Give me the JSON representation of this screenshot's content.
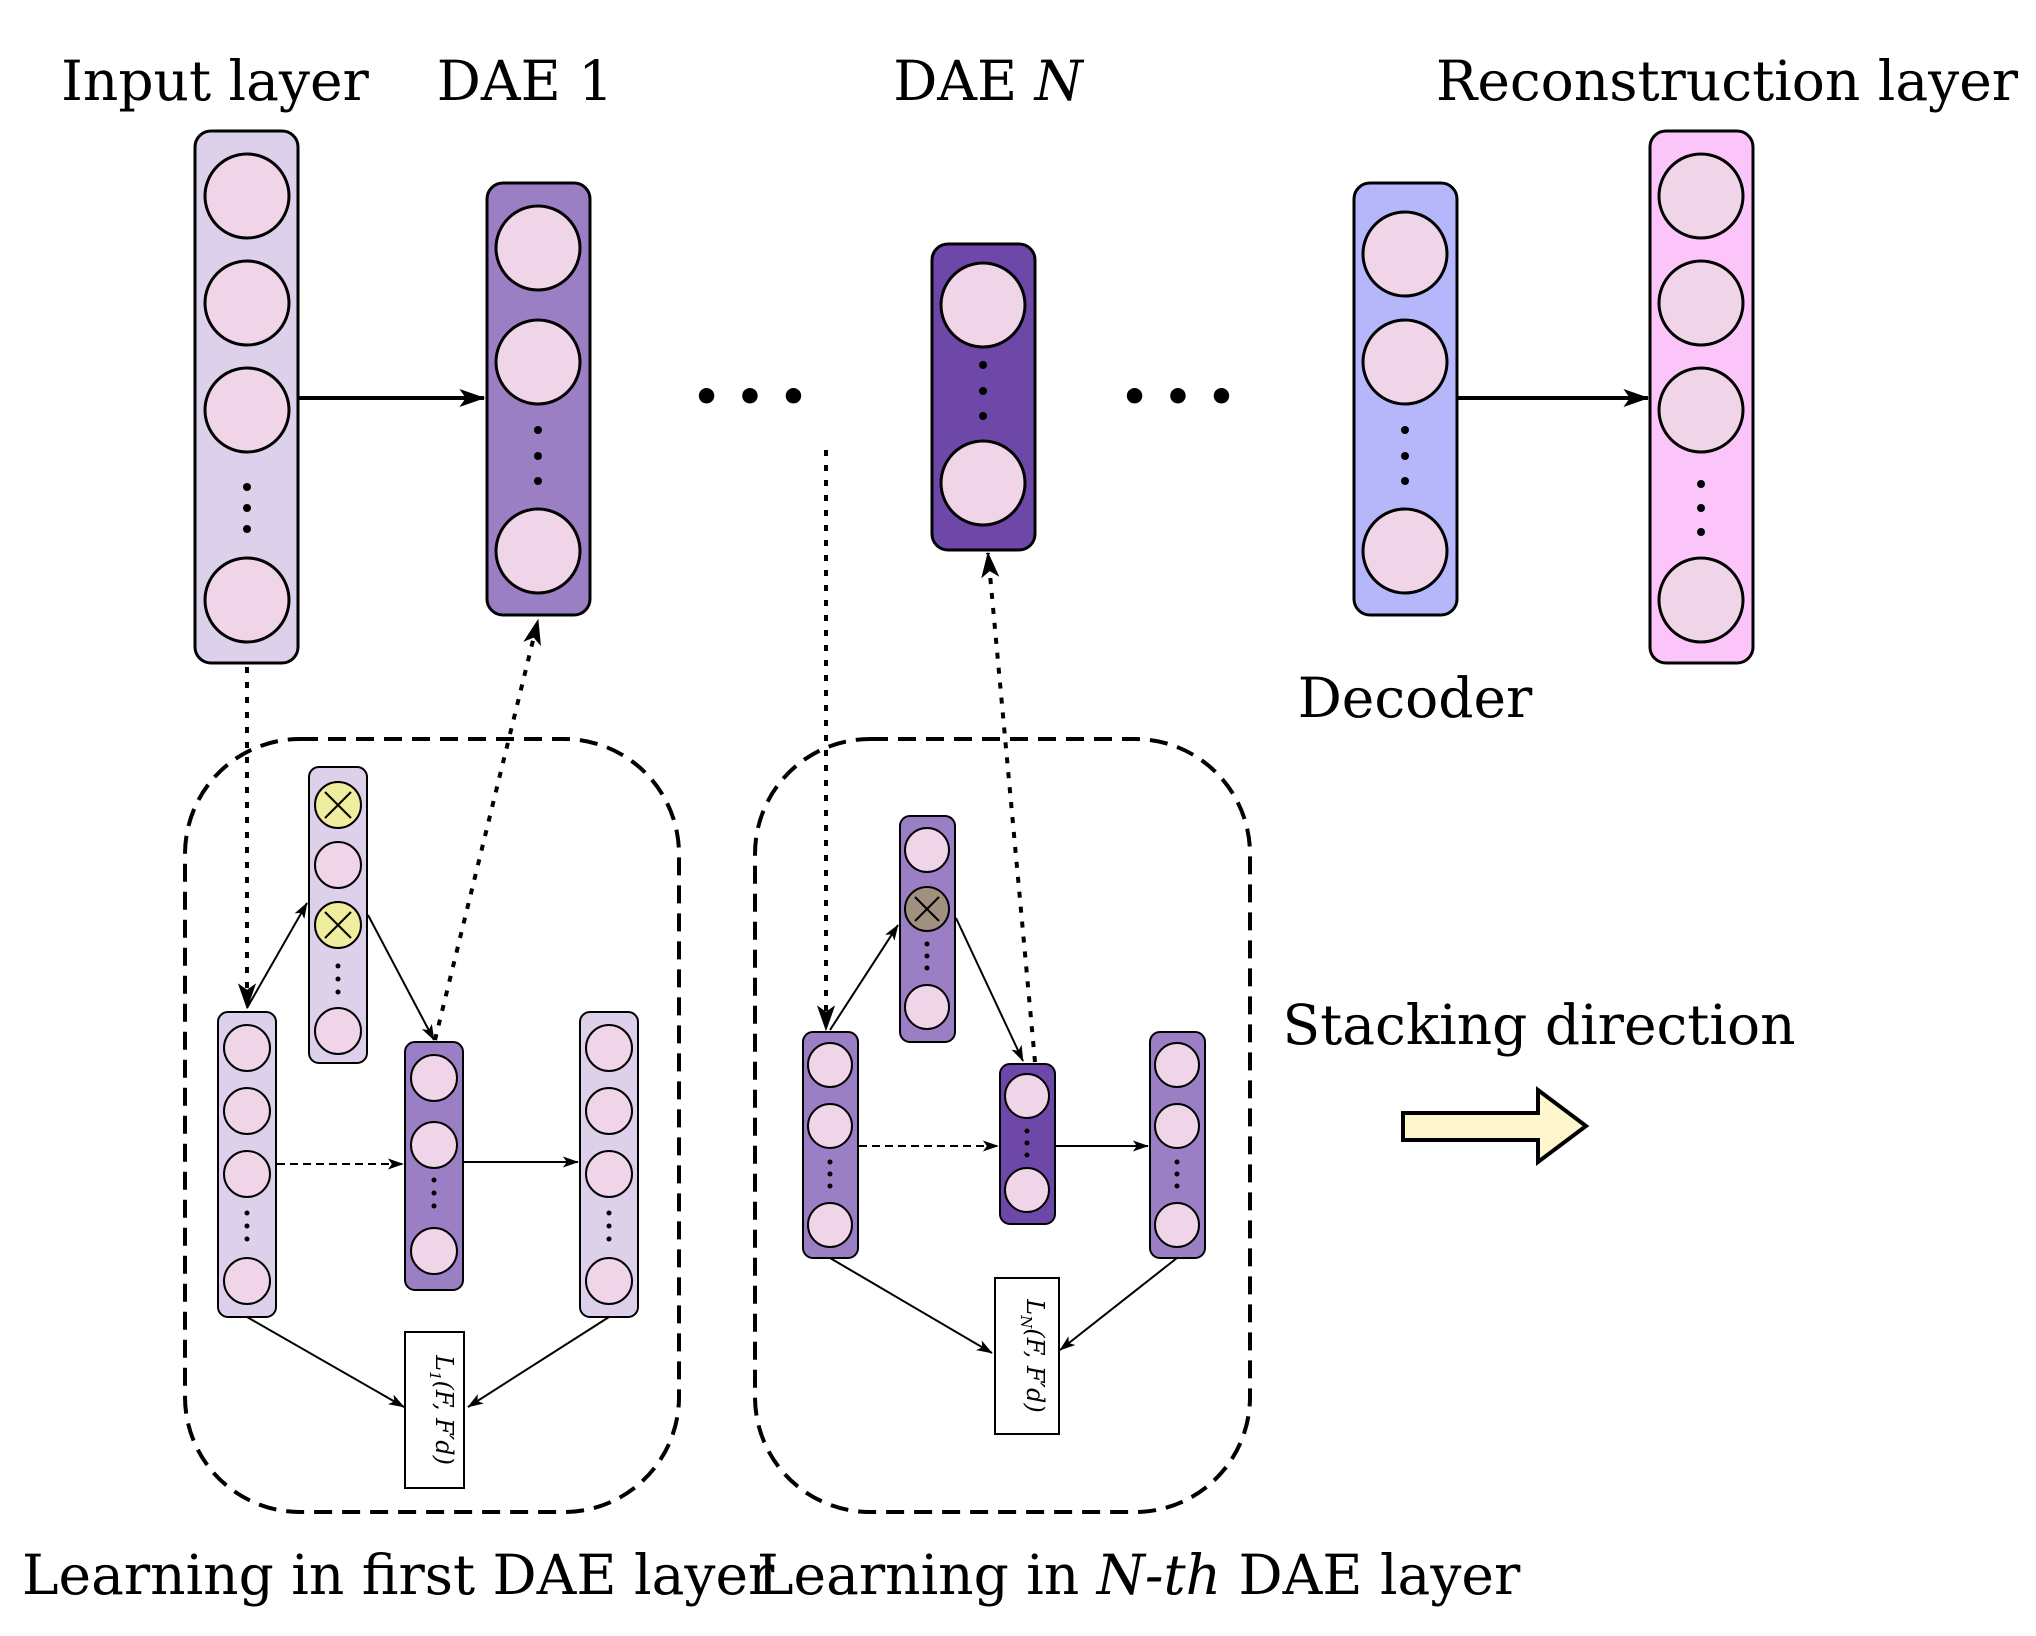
{
  "labels": {
    "input_layer": "Input layer",
    "dae1": "DAE 1",
    "daeN_prefix": "DAE ",
    "daeN_italic": "N",
    "reconstruction": "Reconstruction layer",
    "decoder": "Decoder",
    "stacking": "Stacking direction",
    "learn_first": "Learning in first DAE layer",
    "learn_nth_prefix": "Learning in ",
    "learn_nth_italic": "N-th",
    "learn_nth_suffix": " DAE layer",
    "loss1_prefix": "L",
    "loss1_sub": "1",
    "lossN_sub": "N",
    "loss_args": "(F, F′d)"
  },
  "ellipsis": "• • •",
  "colors": {
    "node_fill": "#f0d4e8",
    "input_col": "#dcd0ea",
    "dae1_col": "#9a7fc4",
    "daeN_col": "#6e48a8",
    "decoder_col": "#b6b6fb",
    "recon_col": "#fcc5fa",
    "noise_yellow": "#f0ee9e",
    "noise_brown": "#a09080",
    "arrow_fill": "#fef6cc"
  },
  "icons": {
    "corrupt_node": "circle-times-icon",
    "stack_arrow": "block-arrow-right-icon"
  }
}
